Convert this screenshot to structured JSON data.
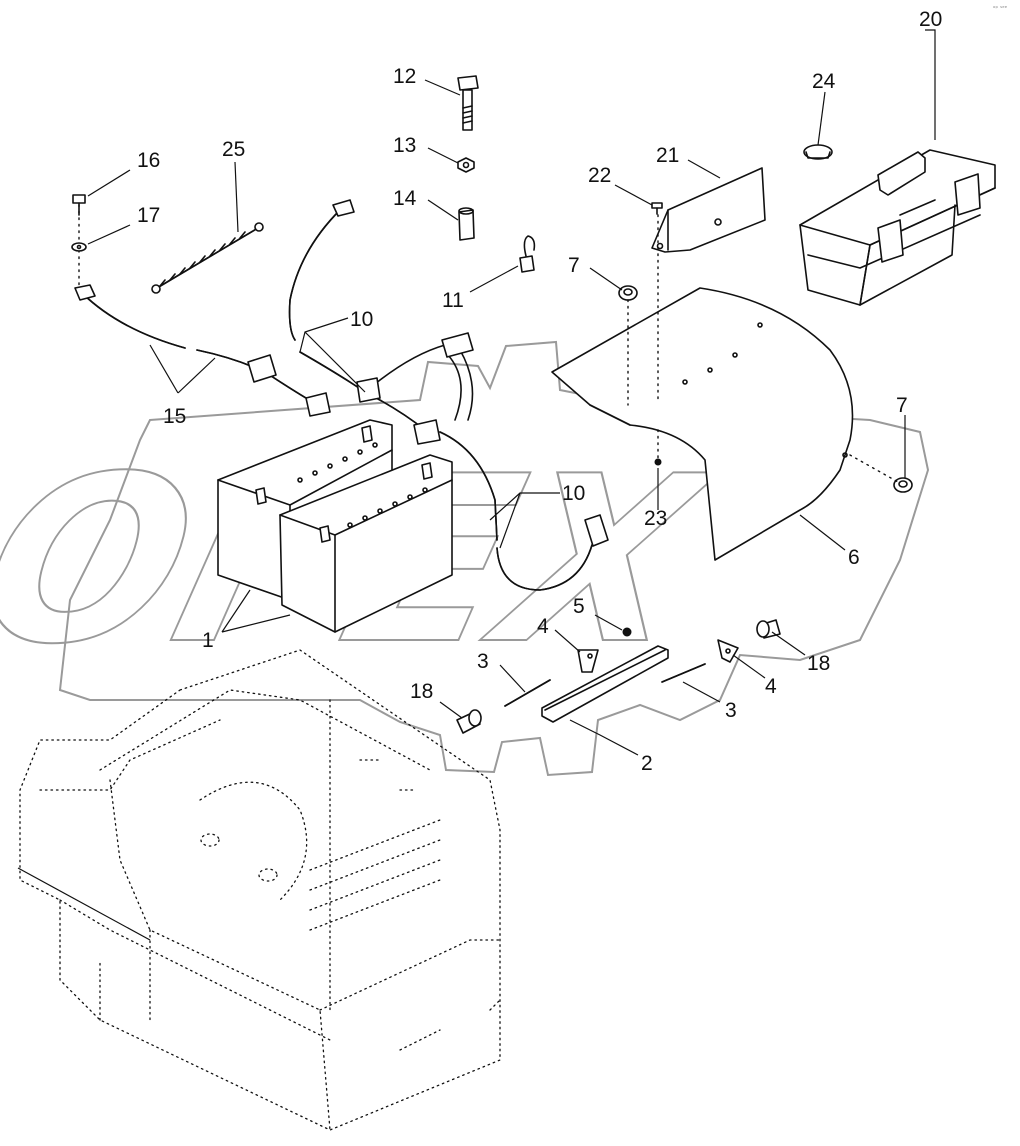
{
  "watermark": {
    "text": "OPEX"
  },
  "corner_mark": "ᵒᵖ ˢᵉᵉ",
  "callouts": {
    "c1": "1",
    "c2": "2",
    "c3a": "3",
    "c3b": "3",
    "c4a": "4",
    "c4b": "4",
    "c5": "5",
    "c6": "6",
    "c7a": "7",
    "c7b": "7",
    "c10a": "10",
    "c10b": "10",
    "c11": "11",
    "c12": "12",
    "c13": "13",
    "c14": "14",
    "c15": "15",
    "c16": "16",
    "c17": "17",
    "c18a": "18",
    "c18b": "18",
    "c20": "20",
    "c21": "21",
    "c22": "22",
    "c23": "23",
    "c24": "24",
    "c25": "25"
  },
  "colors": {
    "line": "#111111",
    "watermark": "#9a9a9a",
    "background": "#ffffff"
  }
}
